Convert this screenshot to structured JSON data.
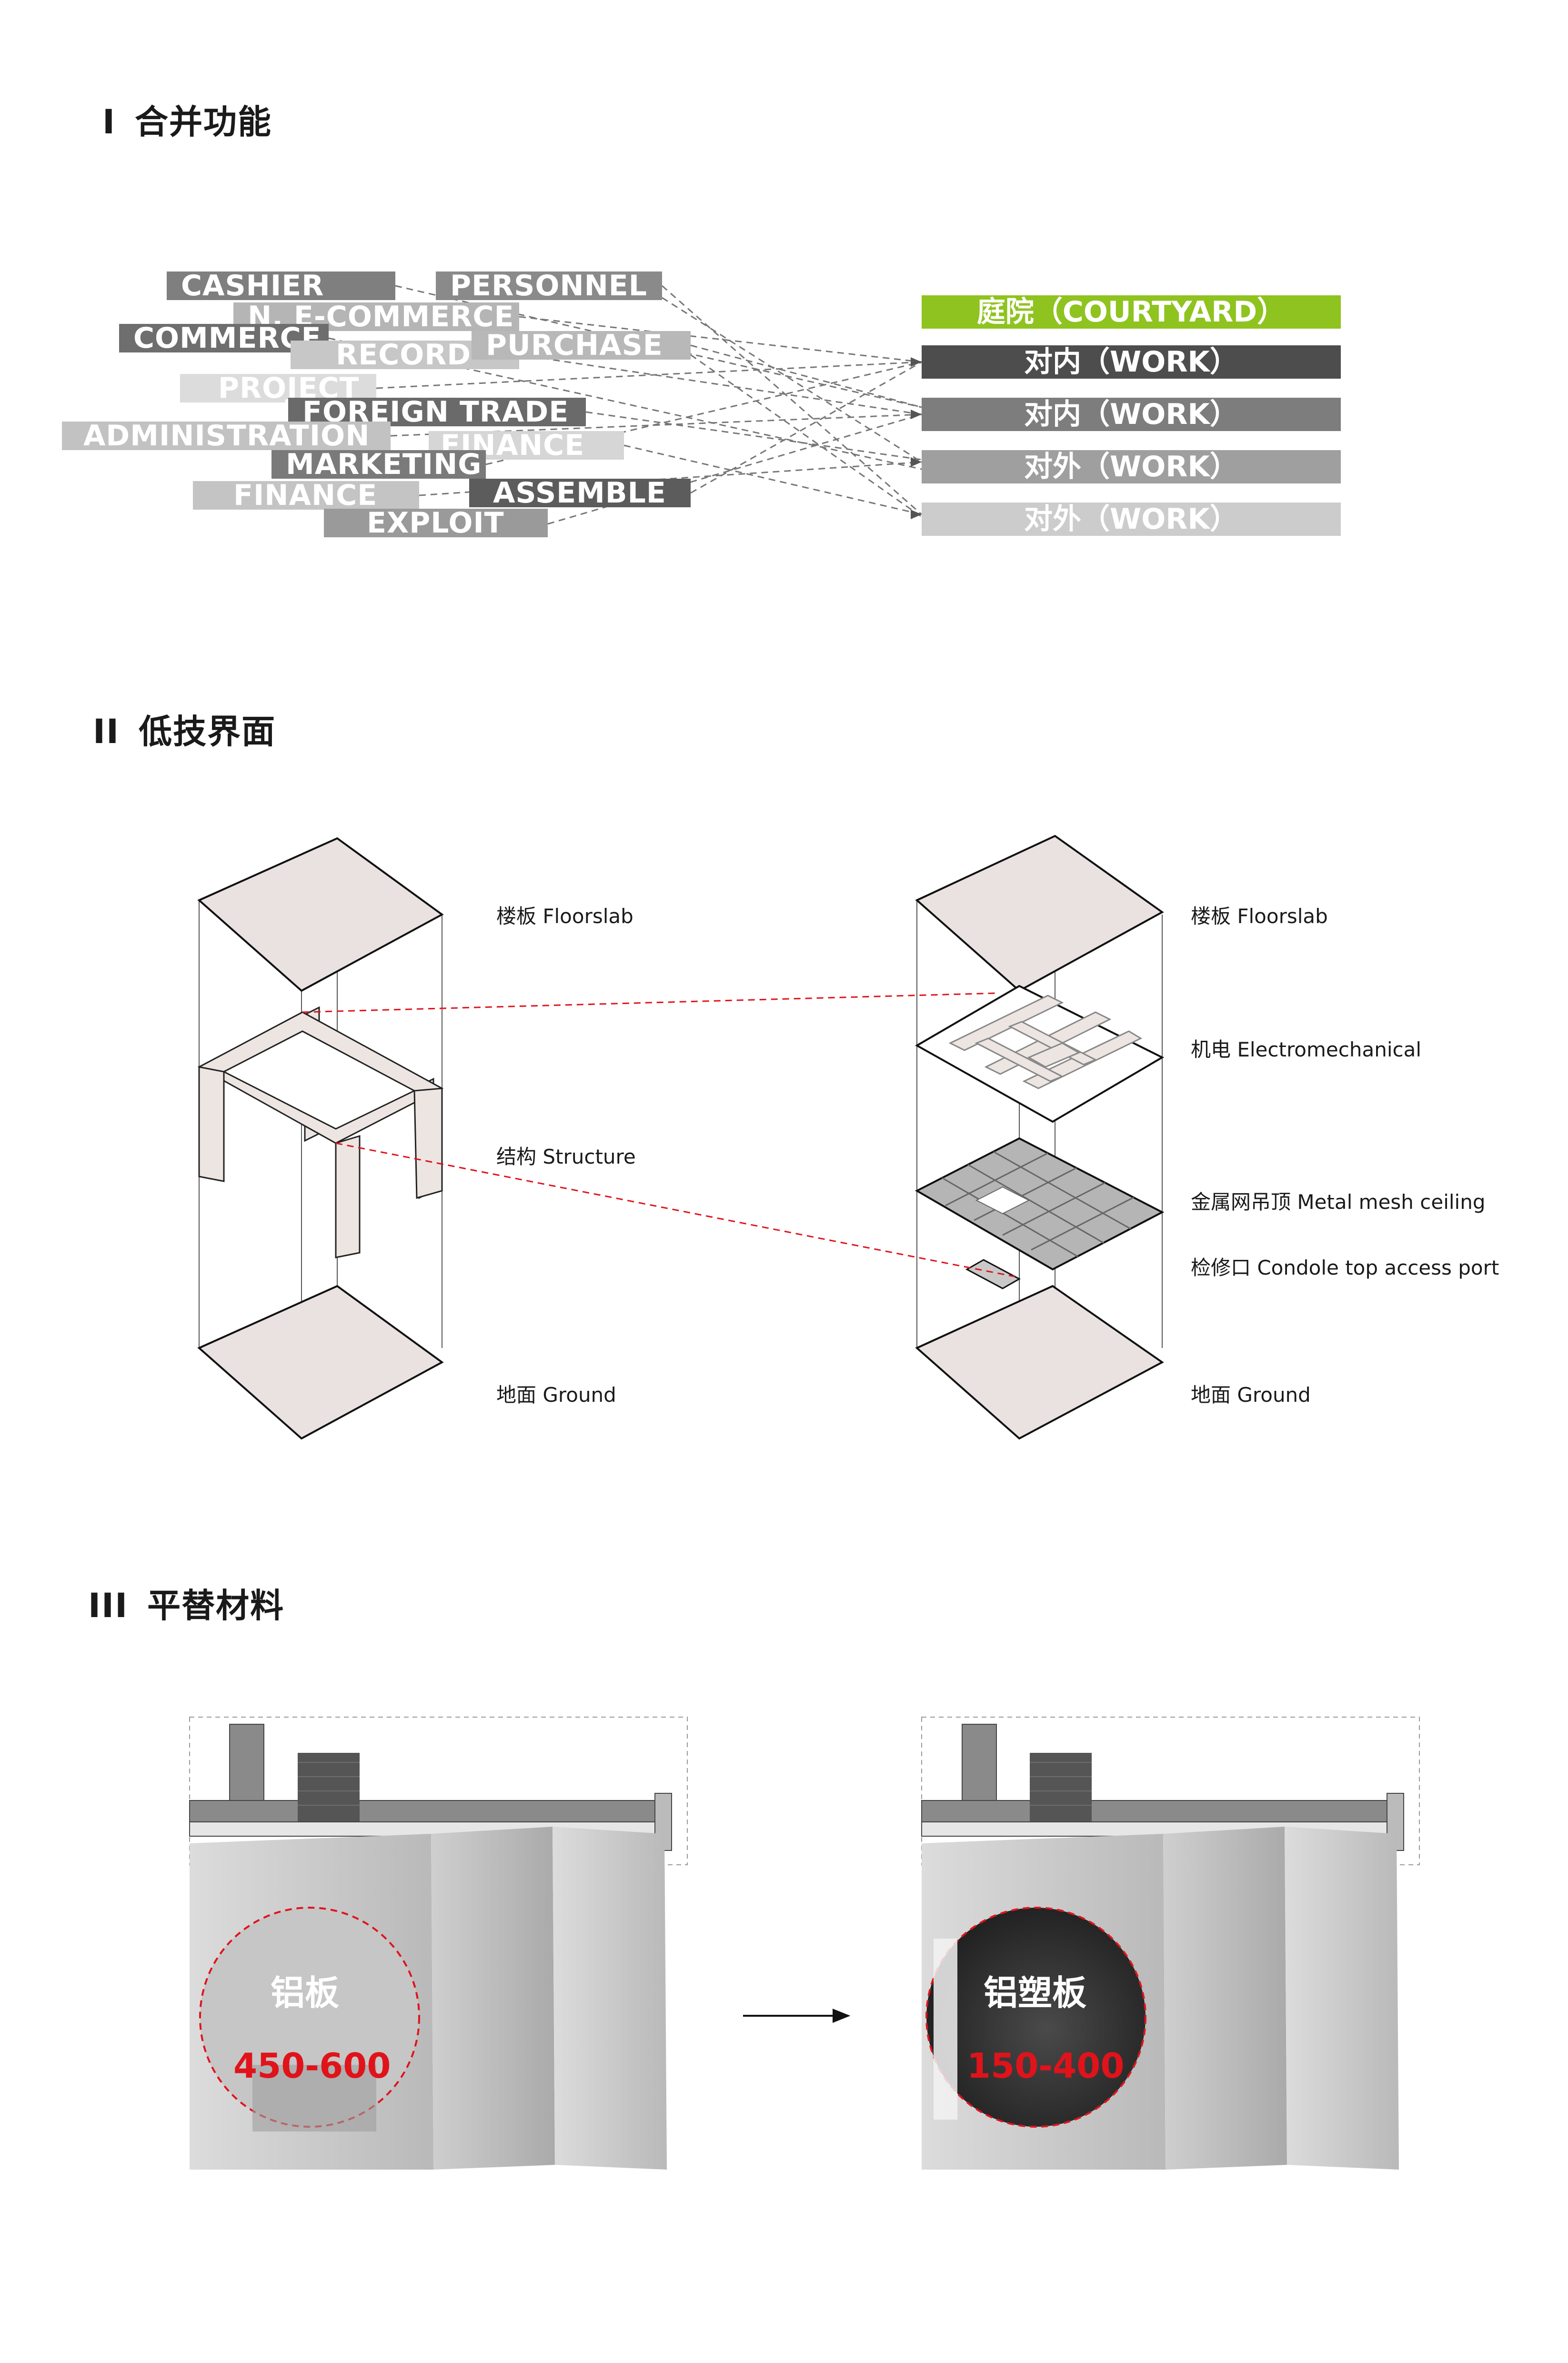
{
  "sections": [
    {
      "num": "I",
      "title": "合并功能"
    },
    {
      "num": "II",
      "title": "低技界面"
    },
    {
      "num": "III",
      "title": "平替材料"
    }
  ],
  "functions": {
    "tags": [
      {
        "label": "CASHIER",
        "color": "#7f7f7f"
      },
      {
        "label": "PERSONNEL",
        "color": "#8a8a8a"
      },
      {
        "label": "N. E-COMMERCE",
        "color": "#b5b5b5"
      },
      {
        "label": "COMMERCE",
        "color": "#6e6e6e"
      },
      {
        "label": "RECORD",
        "color": "#c7c7c7"
      },
      {
        "label": "PURCHASE",
        "color": "#b8b8b8"
      },
      {
        "label": "PROJECT",
        "color": "#dcdcdc"
      },
      {
        "label": "FOREIGN TRADE",
        "color": "#6a6a6a"
      },
      {
        "label": "ADMINISTRATION",
        "color": "#c2c2c2"
      },
      {
        "label": "FINANCE",
        "color": "#d6d6d6"
      },
      {
        "label": "MARKETING",
        "color": "#7a7a7a"
      },
      {
        "label": "FINANCE",
        "color": "#c4c4c4"
      },
      {
        "label": "ASSEMBLE",
        "color": "#5c5c5c"
      },
      {
        "label": "EXPLOIT",
        "color": "#9a9a9a"
      }
    ],
    "targets": [
      {
        "label": "庭院（COURTYARD）",
        "color": "#8fc31f"
      },
      {
        "label": "对内（WORK）",
        "color": "#4d4d4d"
      },
      {
        "label": "对内（WORK）",
        "color": "#7d7d7d"
      },
      {
        "label": "对外（WORK）",
        "color": "#9f9f9f"
      },
      {
        "label": "对外（WORK）",
        "color": "#cccccc"
      }
    ]
  },
  "interface": {
    "left_labels": {
      "floorslab": "楼板  Floorslab",
      "structure": "结构  Structure",
      "ground": "地面  Ground"
    },
    "right_labels": {
      "floorslab": "楼板  Floorslab",
      "electromechanical": "机电  Electromechanical",
      "ceiling": "金属网吊顶  Metal mesh ceiling",
      "access": "检修口  Condole top access port",
      "ground": "地面  Ground"
    }
  },
  "materials": {
    "before": {
      "name": "铝板",
      "range": "450-600"
    },
    "after": {
      "name": "铝塑板",
      "range": "150-400"
    },
    "accent": "#e0131b"
  }
}
